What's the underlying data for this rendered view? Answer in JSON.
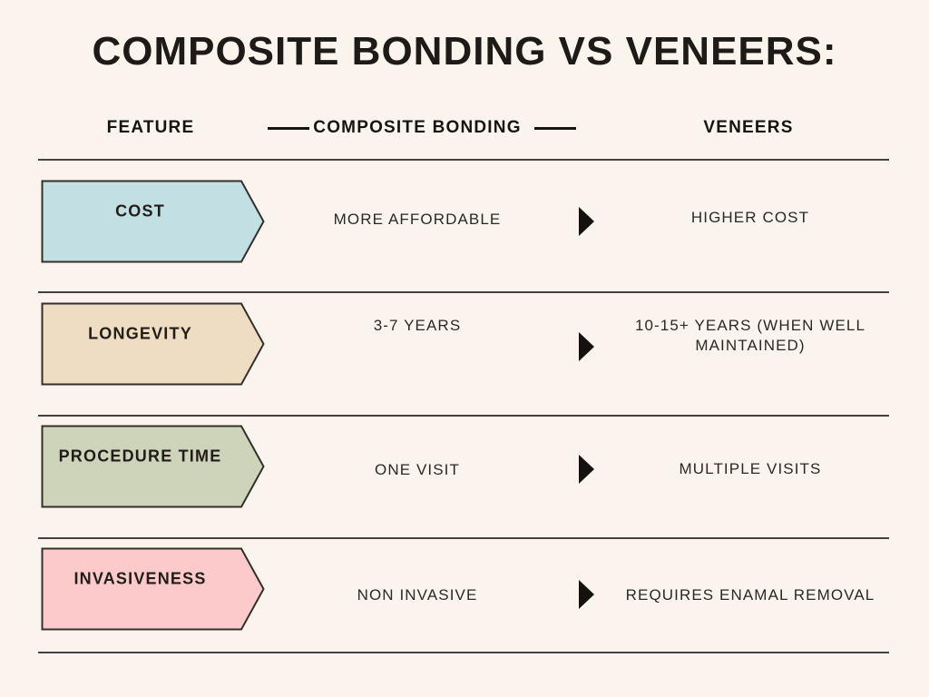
{
  "title": "COMPOSITE BONDING VS VENEERS:",
  "header": {
    "feature": "FEATURE",
    "bonding": "COMPOSITE BONDING",
    "veneers": "VENEERS"
  },
  "rows": [
    {
      "feature": "COST",
      "color": "#c2e0e4",
      "bonding": "MORE AFFORDABLE",
      "veneers": "HIGHER COST"
    },
    {
      "feature": "LONGEVITY",
      "color": "#eedcc3",
      "bonding": "3-7 YEARS",
      "veneers": "10-15+ YEARS (WHEN WELL MAINTAINED)"
    },
    {
      "feature": "PROCEDURE TIME",
      "color": "#ced4ba",
      "bonding": "ONE VISIT",
      "veneers": "MULTIPLE VISITS"
    },
    {
      "feature": "INVASIVENESS",
      "color": "#fccaca",
      "bonding": "NON INVASIVE",
      "veneers": "REQUIRES ENAMAL REMOVAL"
    }
  ],
  "colors": {
    "background": "#faf4ec",
    "text": "#2c2824",
    "line": "#46413c",
    "outline": "#33302c"
  }
}
